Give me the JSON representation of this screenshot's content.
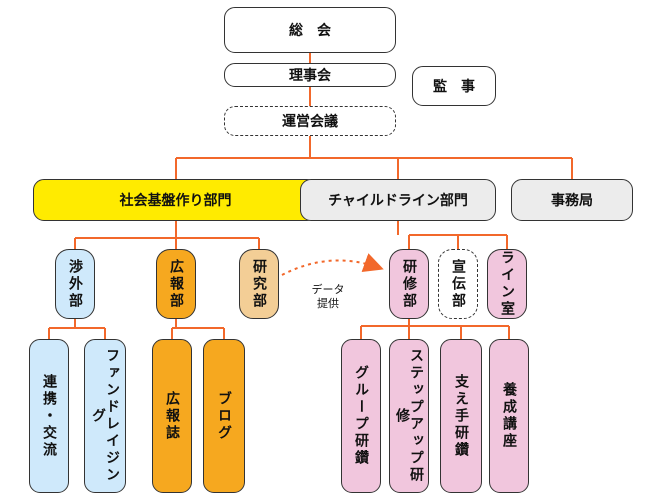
{
  "top": {
    "general_assembly": "総　会",
    "board": "理事会",
    "auditor": "監　事",
    "operating_meeting": "運営会議"
  },
  "divisions": {
    "social_infrastructure": "社会基盤作り部門",
    "childline": "チャイルドライン部門",
    "secretariat": "事務局"
  },
  "social_units": {
    "liaison": "渉外部",
    "public_relations": "広報部",
    "research": "研究部"
  },
  "liaison_children": {
    "cooperation_exchange": "連携・交流",
    "fundraising": "ファンドレイジング"
  },
  "pr_children": {
    "magazine": "広報誌",
    "blog": "ブログ"
  },
  "childline_units": {
    "training": "研修部",
    "promotion": "宣伝部",
    "line_room": "ライン室"
  },
  "training_children": {
    "group_training": "グループ研鑽",
    "step_up_training": "ステップアップ研修",
    "supporter_training": "支え手研鑽",
    "course": "養成講座"
  },
  "data_provision_note": "データ\n提供",
  "colors": {
    "connector": "#f2682b",
    "yellow": "#ffeb00",
    "blue": "#cfe9fb",
    "orange": "#f6a81f",
    "pink": "#f1c6dd"
  }
}
